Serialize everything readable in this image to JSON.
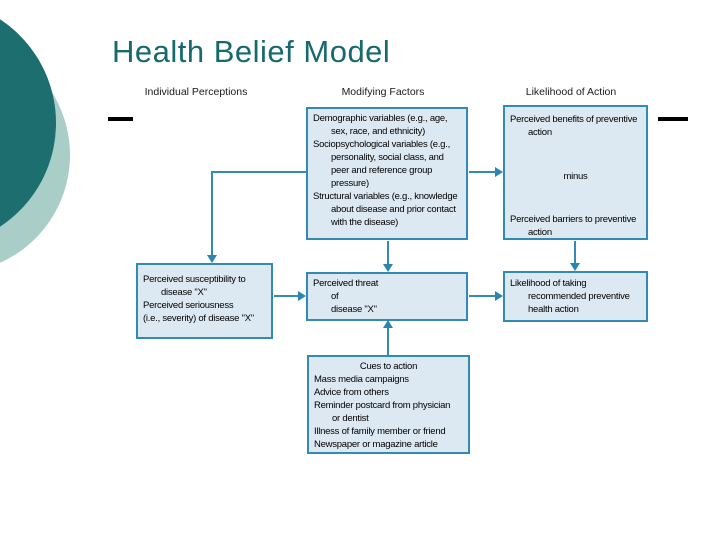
{
  "slide": {
    "title": "Health Belief Model"
  },
  "columns": {
    "individual": "Individual Perceptions",
    "modifying": "Modifying Factors",
    "likelihood": "Likelihood of Action"
  },
  "boxes": {
    "modifying": {
      "lines": [
        "Demographic variables (e.g., age,",
        "sex, race, and ethnicity)",
        "Sociopsychological variables (e.g.,",
        "personality, social class, and",
        "peer and reference group",
        "pressure)",
        "Structural variables (e.g., knowledge",
        "about disease and prior contact",
        "with the disease)"
      ]
    },
    "benefits": {
      "lines": [
        "Perceived benefits of preventive",
        "action"
      ],
      "minus": "minus",
      "barriers": [
        "Perceived barriers to preventive",
        "action"
      ]
    },
    "susceptibility": {
      "lines": [
        "Perceived susceptibility to",
        "disease \"X\"",
        "Perceived seriousness",
        "(i.e., severity) of disease \"X\""
      ]
    },
    "threat": {
      "lines": [
        "Perceived threat",
        "of",
        "disease \"X\""
      ]
    },
    "likelihood": {
      "lines": [
        "Likelihood of taking",
        "recommended preventive",
        "health action"
      ]
    },
    "cues": {
      "lines": [
        "Cues to action",
        "Mass media campaigns",
        "Advice from others",
        "Reminder postcard from physician",
        "or dentist",
        "Illness of family member or friend",
        "Newspaper or magazine article"
      ]
    }
  },
  "colors": {
    "title_text": "#17696e",
    "circle_dark": "#1d6e6e",
    "circle_light": "#a9cdc7",
    "box_border": "#338bb3",
    "box_fill": "#dde9f2",
    "connector": "#2b85ae"
  }
}
